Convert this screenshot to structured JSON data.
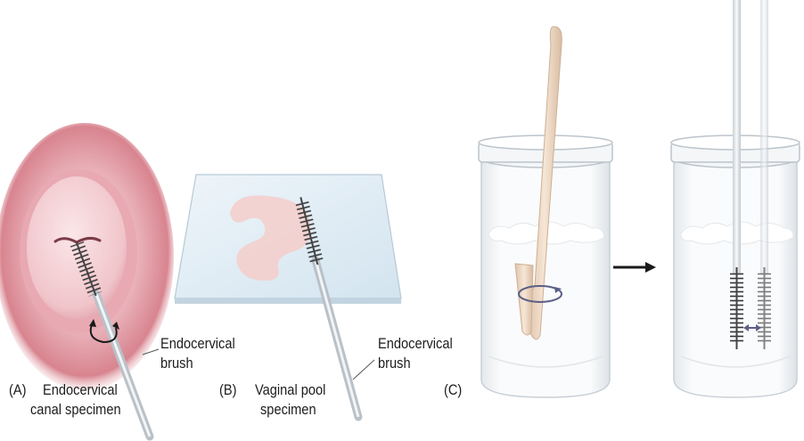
{
  "panels": [
    {
      "letter": "(A)",
      "caption_line1": "Endocervical",
      "caption_line2": "canal specimen",
      "tool_label_line1": "Endocervical",
      "tool_label_line2": "brush"
    },
    {
      "letter": "(B)",
      "caption_line1": "Vaginal pool",
      "caption_line2": "specimen",
      "tool_label_line1": "Endocervical",
      "tool_label_line2": "brush"
    },
    {
      "letter": "(C)"
    }
  ],
  "icons": {
    "rotate": "rotate-arrow-icon",
    "process": "right-arrow-icon",
    "swish": "double-arrow-icon"
  },
  "colors": {
    "cervix_outer": "#e2a3ad",
    "cervix_inner": "#f6d7db",
    "slide": "#e3eef5",
    "smear": "#f5d3d1",
    "liquid": "#f4f6f8",
    "spatula": "#efd9c4",
    "arrow": "#1a1a1a"
  }
}
